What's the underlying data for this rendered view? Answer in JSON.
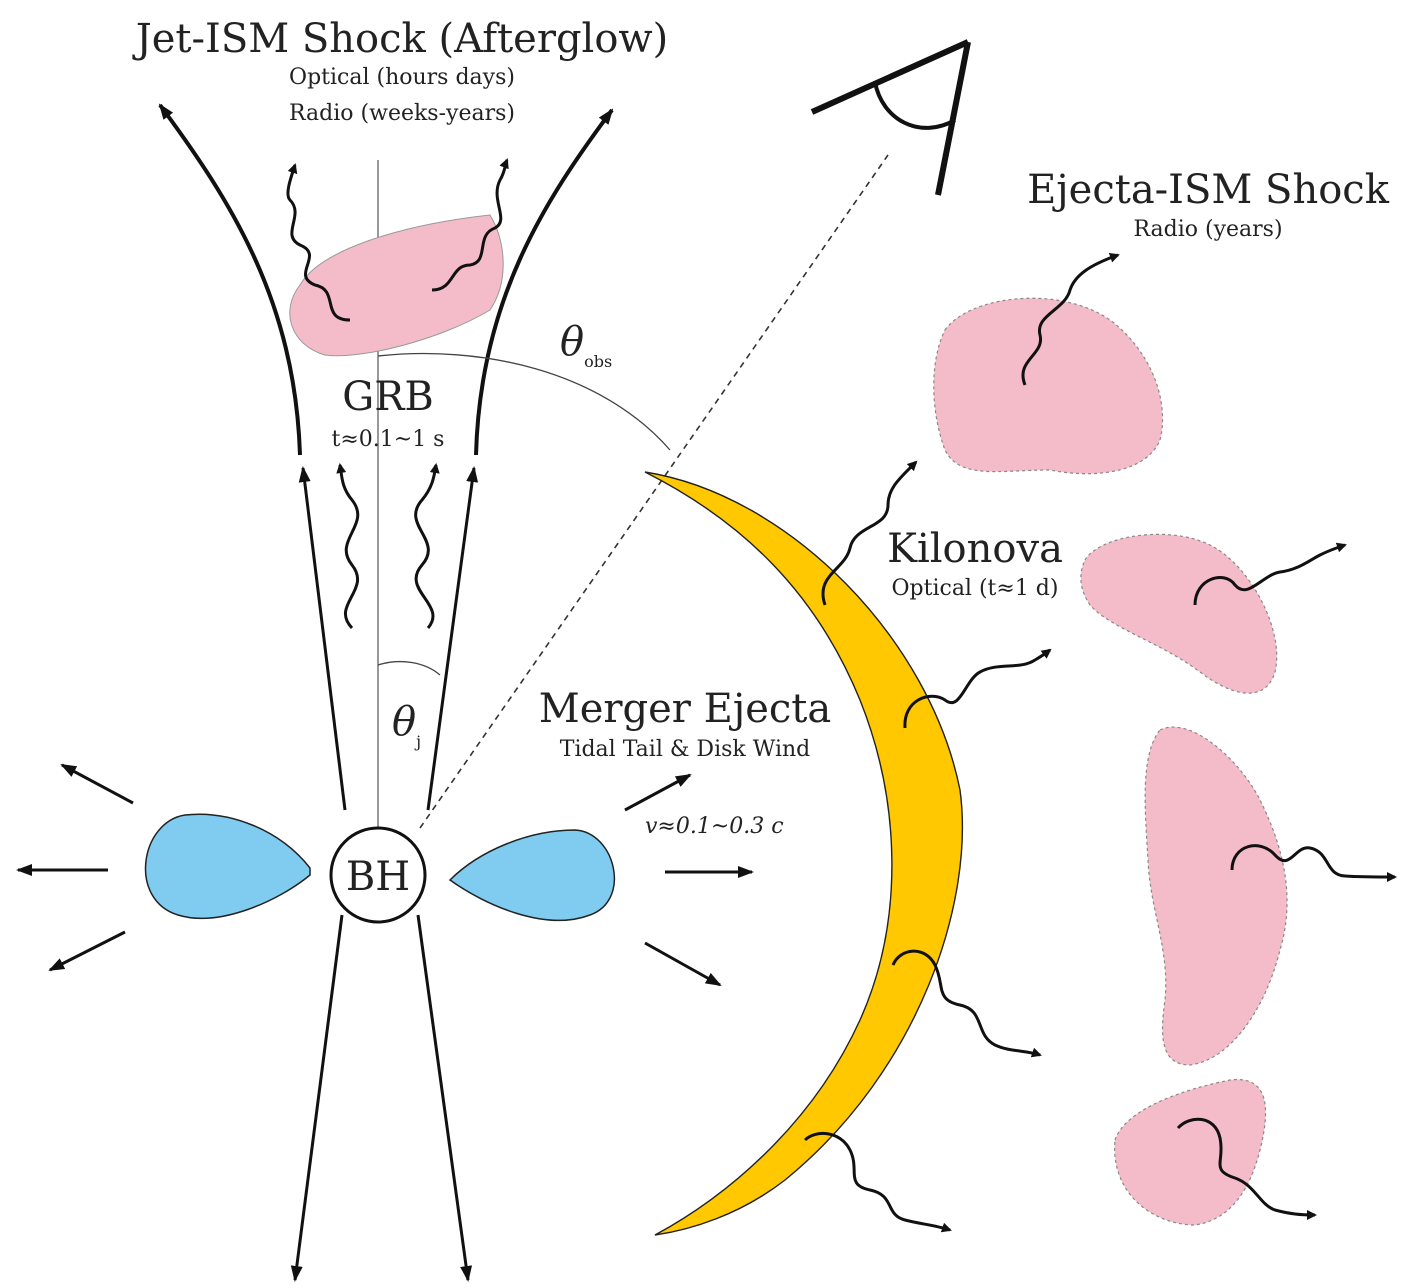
{
  "colors": {
    "afterglow_blob": "#f4bcc8",
    "disk": "#80ccf0",
    "ejecta_crescent": "#ffc800",
    "line": "#111111"
  },
  "labels": {
    "jet_shock_title": "Jet-ISM Shock (Afterglow)",
    "jet_shock_optical": "Optical (hours days)",
    "jet_shock_radio": "Radio (weeks-years)",
    "ejecta_shock_title": "Ejecta-ISM Shock",
    "ejecta_shock_radio": "Radio (years)",
    "grb_title": "GRB",
    "grb_time": "t≈0.1~1 s",
    "theta_obs": "θ",
    "theta_obs_sub": "obs",
    "theta_j": "θ",
    "theta_j_sub": "j",
    "kilonova_title": "Kilonova",
    "kilonova_optical": "Optical (t≈1 d)",
    "merger_title": "Merger Ejecta",
    "merger_sub": "Tidal Tail & Disk Wind",
    "velocity": "v≈0.1~0.3 c",
    "bh": "BH"
  },
  "icons": {
    "observer": "eye-observer-icon"
  }
}
